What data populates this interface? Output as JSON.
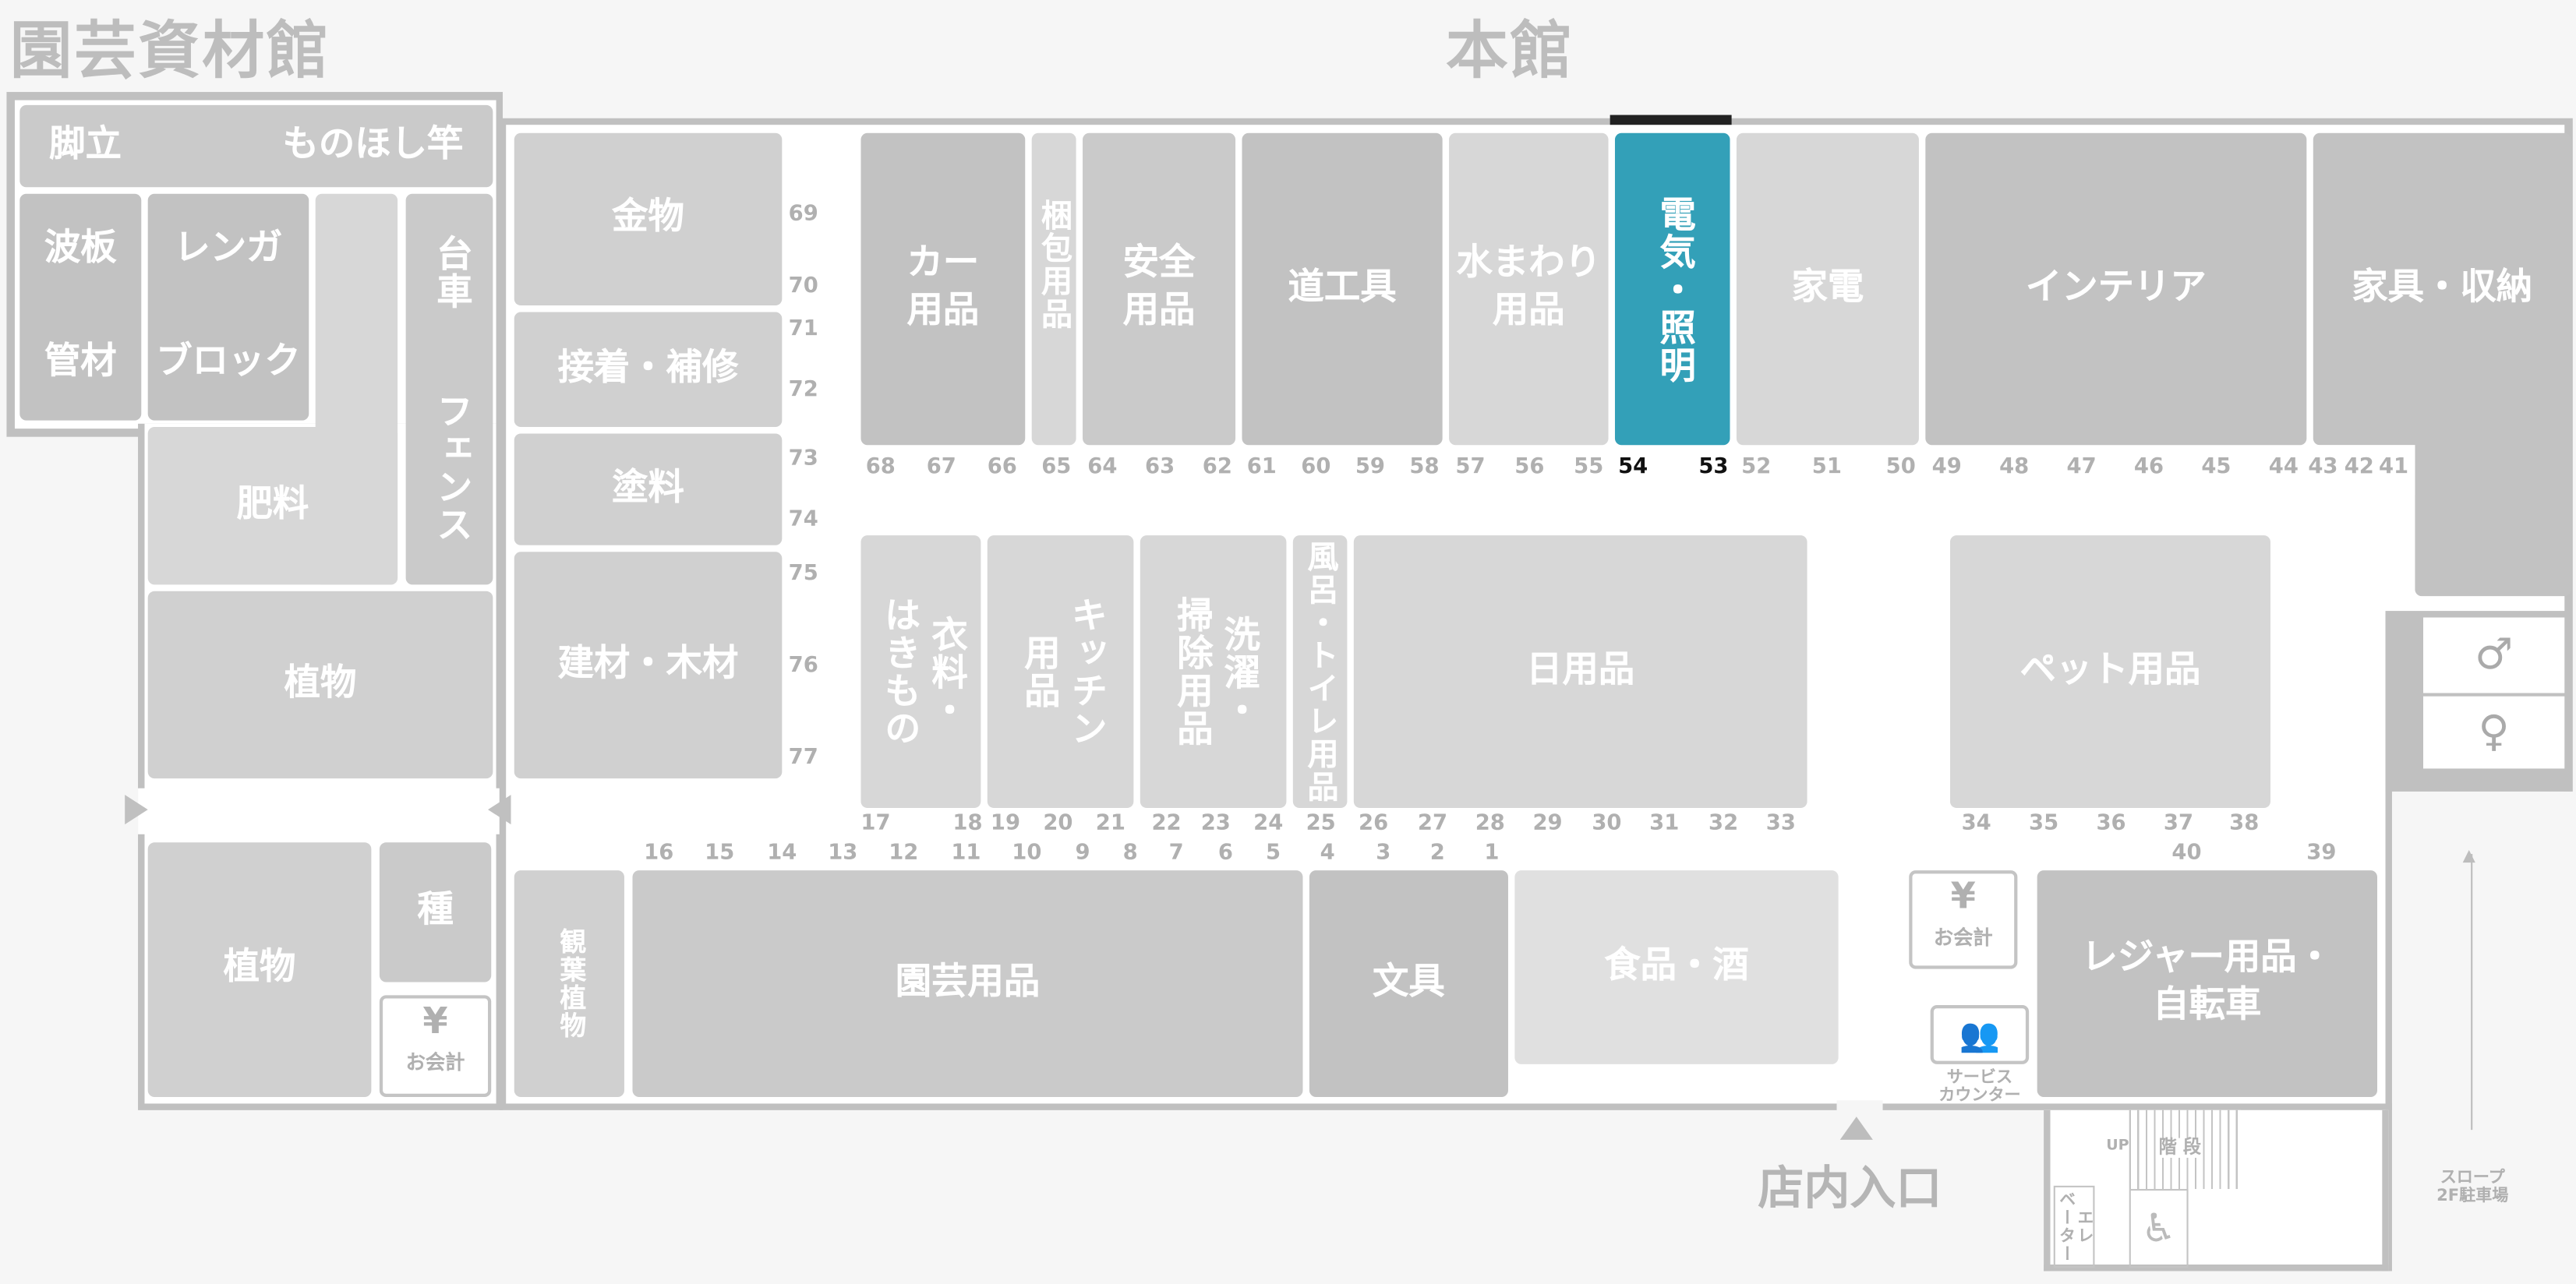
{
  "titles": {
    "garden_building": "園芸資材館",
    "main_building": "本館"
  },
  "garden": {
    "stepladder": "脚立",
    "laundry_pole": "ものほし竿",
    "corrugated": "波板",
    "pipe": "管材",
    "brick": "レンガ",
    "block": "ブロック",
    "cart": "台車",
    "fence": "フェンス",
    "fertilizer": "肥料",
    "plants": "植物",
    "plants2": "植物",
    "seeds": "種",
    "checkout_symbol": "¥",
    "checkout": "お会計"
  },
  "main": {
    "hardware": "金物",
    "adhesive": "接着・補修",
    "paint": "塗料",
    "building_wood": "建材・木材",
    "car": "カー\n用品",
    "packing": "梱包用品",
    "safety": "安全\n用品",
    "tools": "道工具",
    "water": "水まわり\n用品",
    "electric": "電気・照明",
    "appliances": "家電",
    "interior": "インテリア",
    "furniture": "家具・収納",
    "clothing": "衣料・\nはきもの",
    "kitchen": "キッチン\n用品",
    "laundry": "洗濯・\n掃除用品",
    "bath": "風呂・トイレ用品",
    "daily": "日用品",
    "pet": "ペット用品",
    "foliage": "観葉植物",
    "garden_supplies": "園芸用品",
    "stationery": "文具",
    "food": "食品・酒",
    "checkout_symbol": "¥",
    "checkout": "お会計",
    "service": "サービス\nカウンター",
    "leisure": "レジャー用品・\n自転車",
    "entrance": "店内入口",
    "stairs_up": "UP",
    "stairs": "階 段",
    "elevator": "エレ\nベーター",
    "slope": "スロープ\n2F駐車場"
  },
  "highlight_color": "#33a0b8",
  "aisle_numbers": {
    "left_column": [
      "69",
      "70",
      "71",
      "72",
      "73",
      "74",
      "75",
      "76",
      "77"
    ],
    "top_row": [
      "68",
      "67",
      "66",
      "65",
      "64",
      "63",
      "62",
      "61",
      "60",
      "59",
      "58",
      "57",
      "56",
      "55",
      "54",
      "53",
      "52",
      "51",
      "50",
      "49",
      "48",
      "47",
      "46",
      "45",
      "44",
      "43",
      "42",
      "41"
    ],
    "middle_row": [
      "17",
      "18",
      "19",
      "20",
      "21",
      "22",
      "23",
      "24",
      "25",
      "26",
      "27",
      "28",
      "29",
      "30",
      "31",
      "32",
      "33",
      "34",
      "35",
      "36",
      "37",
      "38"
    ],
    "lower_row": [
      "16",
      "15",
      "14",
      "13",
      "12",
      "11",
      "10",
      "9",
      "8",
      "7",
      "6",
      "5",
      "4",
      "3",
      "2",
      "1",
      "40",
      "39"
    ],
    "highlighted": [
      "54",
      "53"
    ]
  }
}
